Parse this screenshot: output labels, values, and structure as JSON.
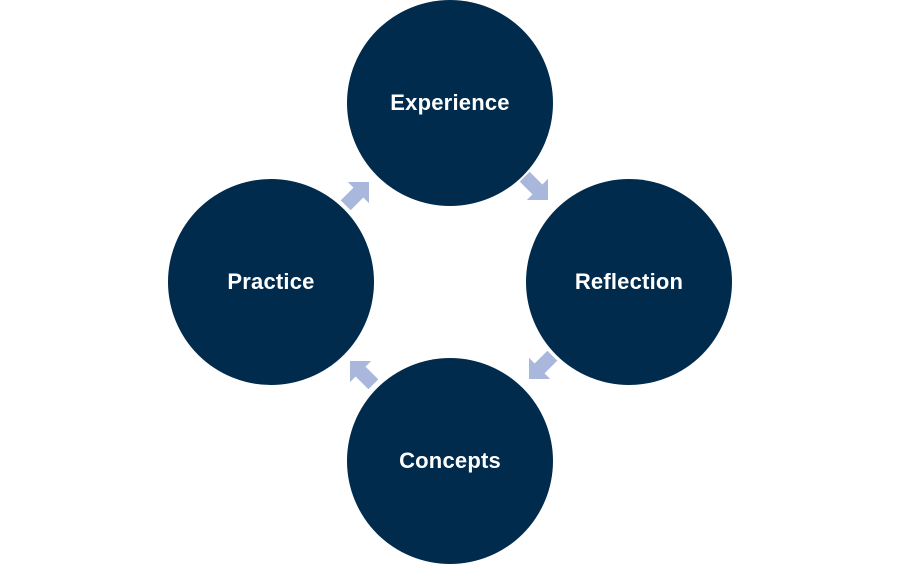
{
  "diagram": {
    "nodes": [
      {
        "id": "experience",
        "label": "Experience"
      },
      {
        "id": "reflection",
        "label": "Reflection"
      },
      {
        "id": "concepts",
        "label": "Concepts"
      },
      {
        "id": "practice",
        "label": "Practice"
      }
    ],
    "edges": [
      {
        "from": "experience",
        "to": "reflection"
      },
      {
        "from": "reflection",
        "to": "concepts"
      },
      {
        "from": "concepts",
        "to": "practice"
      },
      {
        "from": "practice",
        "to": "experience"
      }
    ]
  },
  "colors": {
    "node_fill": "#002b4c",
    "node_text": "#ffffff",
    "arrow_fill": "#a9b7dc",
    "background": "#ffffff"
  }
}
